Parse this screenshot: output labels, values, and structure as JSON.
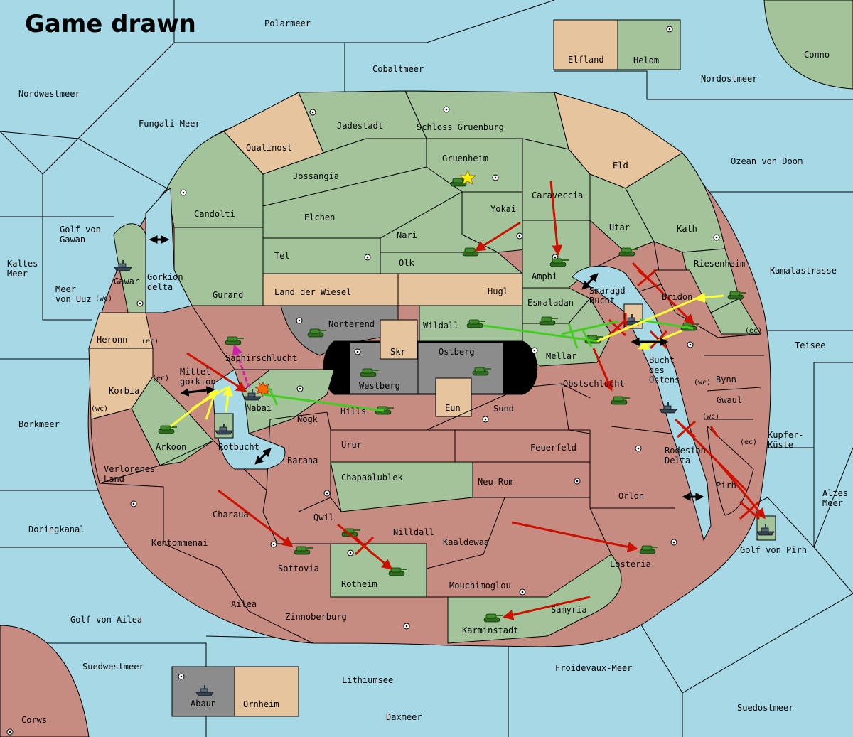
{
  "title": "Game drawn",
  "colors": {
    "sea": "#a6d8e6",
    "green": "#a3c49a",
    "red": "#c68c82",
    "tan": "#e5c49e",
    "gray": "#8c8c8c",
    "black": "#000000",
    "arrow_red": "#cc1100",
    "arrow_yellow": "#ffff33",
    "arrow_green": "#44cc22",
    "arrow_magenta": "#cc22aa"
  },
  "labels": {
    "polarmeer": "Polarmeer",
    "cobaltmeer": "Cobaltmeer",
    "elfland": "Elfland",
    "helom": "Helom",
    "conno": "Conno",
    "nordostmeer": "Nordostmeer",
    "nordwestmeer": "Nordwestmeer",
    "fungali": "Fungali-Meer",
    "jadestadt": "Jadestadt",
    "schloss": "Schloss Gruenburg",
    "qualinost": "Qualinost",
    "gruenheim": "Gruenheim",
    "eld": "Eld",
    "ozean": "Ozean von Doom",
    "jossangia": "Jossangia",
    "caraveccia": "Caraveccia",
    "candolti": "Candolti",
    "elchen": "Elchen",
    "yokai": "Yokai",
    "utar": "Utar",
    "kath": "Kath",
    "golf_gawan": "Golf von\nGawan",
    "nari": "Nari",
    "tel": "Tel",
    "olk": "Olk",
    "amphi": "Amphi",
    "riesenheim": "Riesenheim",
    "kamala": "Kamalastrasse",
    "kaltes": "Kaltes\nMeer",
    "gawar": "Gawar",
    "gorkion_delta": "Gorkion\ndelta",
    "meer_uuz": "Meer\nvon Uuz",
    "wc1": "(wc)",
    "gurand": "Gurand",
    "land_wiesel": "Land der Wiesel",
    "hugl": "Hugl",
    "smaragd": "Smaragd-\nBucht",
    "bridon": "Bridon",
    "esmaladan": "Esmaladan",
    "norterend": "Norterend",
    "wildall": "Wildall",
    "heronn": "Heronn",
    "ec1": "(ec)",
    "skr": "Skr",
    "ostberg": "Ostberg",
    "mellar": "Mellar",
    "ec2": "(ec)",
    "teisee": "Teisee",
    "saphir": "Saphirschlucht",
    "mittelgorkion": "Mittel-\ngorkion",
    "westberg": "Westberg",
    "bucht_ostens": "Bucht\ndes\nOstens",
    "ec3": "(ec)",
    "korbia": "Korbia",
    "obstschlucht": "Obstschlucht",
    "wc2": "(wc)",
    "bynn": "Bynn",
    "nabai": "Nabai",
    "eun": "Eun",
    "sund": "Sund",
    "gwaul": "Gwaul",
    "wc3": "(wc)",
    "hills": "Hills",
    "wc4": "(wc)",
    "borkmeer": "Borkmeer",
    "nogk": "Nogk",
    "kupfer": "Kupfer-\nKüste",
    "arkoon": "Arkoon",
    "rotbucht": "Rotbucht",
    "urur": "Urur",
    "feuerfeld": "Feuerfeld",
    "ec4": "(ec)",
    "rodesion": "Rodesion\nDelta",
    "barana": "Barana",
    "verlorenes": "Verlorenes\nLand",
    "chapa": "Chapablublek",
    "neu_rom": "Neu Rom",
    "pirh": "Pirh",
    "altes": "Altes\nMeer",
    "orlon": "Orlon",
    "charaua": "Charaua",
    "qwil": "Qwil",
    "nilldall": "Nilldall",
    "doringkanal": "Doringkanal",
    "kentommenai": "Kentommenai",
    "kaaldewaa": "Kaaldewaa",
    "golf_pirh": "Golf von Pirh",
    "sottovia": "Sottovia",
    "losteria": "Losteria",
    "rotheim": "Rotheim",
    "mouchi": "Mouchimoglou",
    "ailea": "Ailea",
    "samyria": "Samyria",
    "golf_ailea": "Golf von Ailea",
    "zinnoberburg": "Zinnoberburg",
    "karminstadt": "Karminstadt",
    "suedwestmeer": "Suedwestmeer",
    "froidevaux": "Froidevaux-Meer",
    "lithiumsee": "Lithiumsee",
    "abaun": "Abaun",
    "ornheim": "Ornheim",
    "suedostmeer": "Suedostmeer",
    "corws": "Corws",
    "daxmeer": "Daxmeer"
  },
  "icons": {
    "army": "tank-icon",
    "fleet": "ship-icon",
    "center": "supply-center-icon",
    "star": "star-icon",
    "burst": "explosion-icon"
  }
}
